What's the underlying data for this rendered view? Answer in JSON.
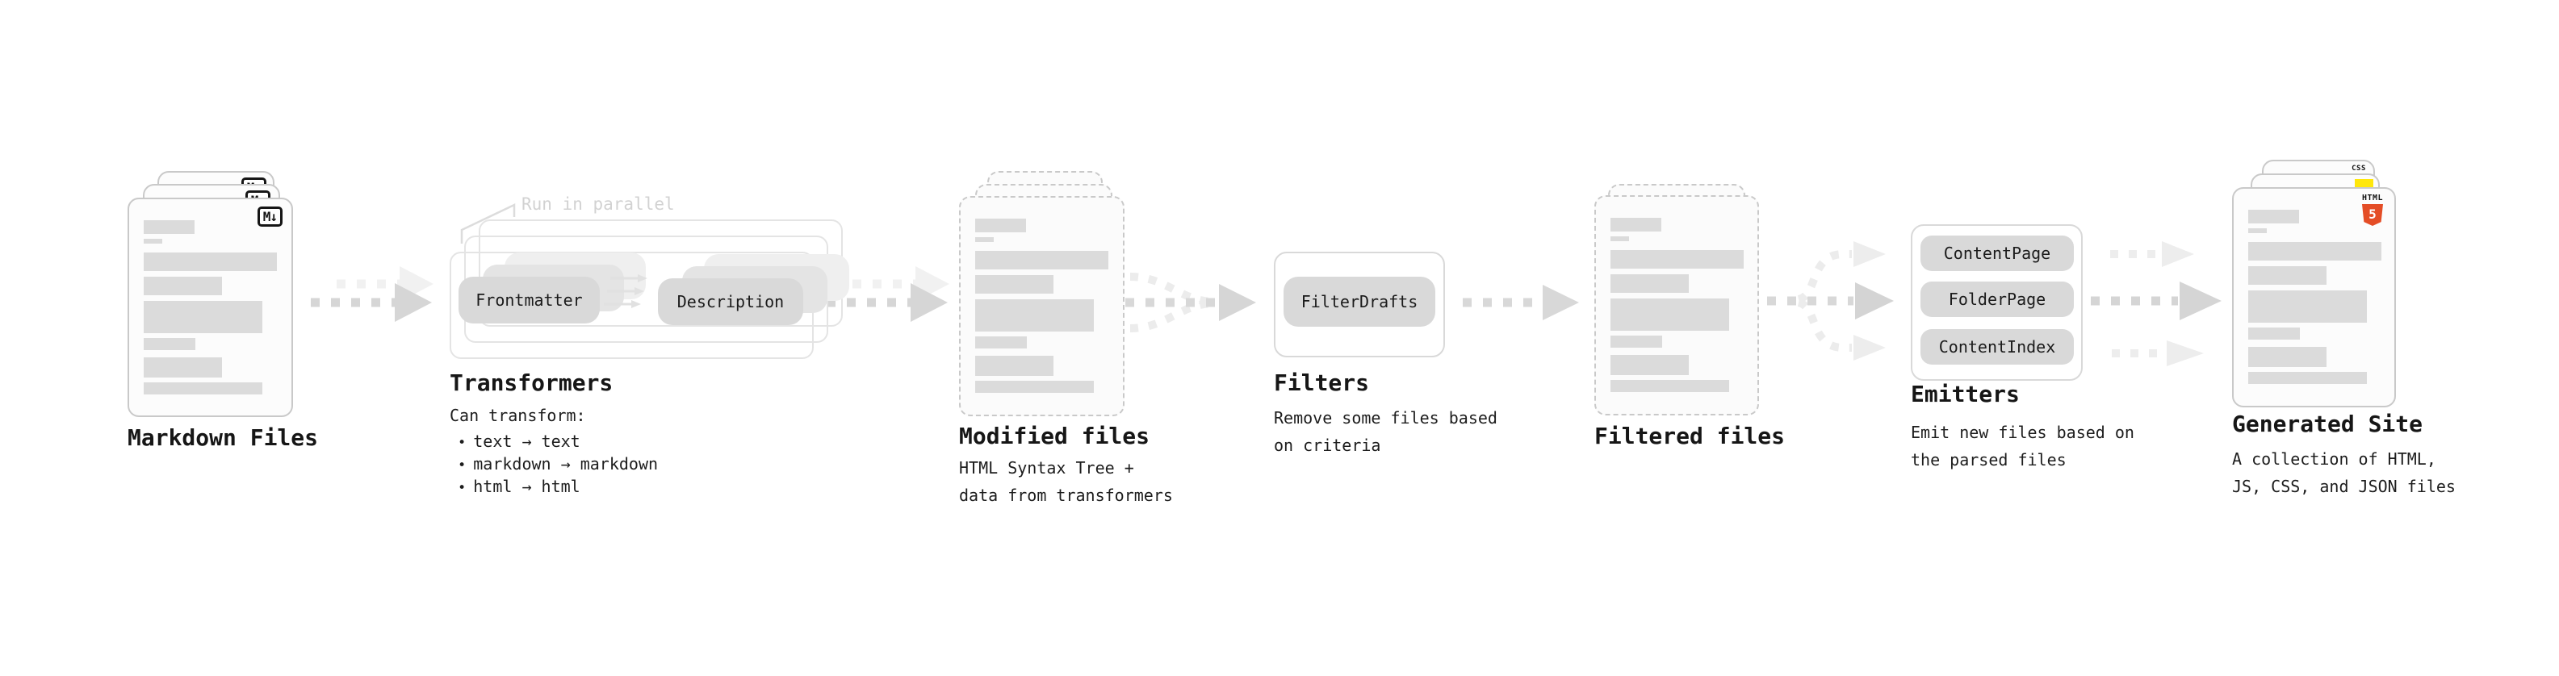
{
  "colors": {
    "accent_html5": "#e44d26",
    "accent_js": "#ffe70a",
    "accent_css": "#2e6be6",
    "node_fill": "#d9d9d9",
    "arrow_main": "#d6d6d6",
    "arrow_light": "#ededed"
  },
  "stages": {
    "markdown_files": {
      "label": "Markdown Files",
      "badge": "M↓"
    },
    "transformers": {
      "label": "Transformers",
      "annotation": "Run in parallel",
      "source_pill": "Frontmatter",
      "target_pill": "Description",
      "caption_heading": "Can transform:",
      "bullet_char": "•",
      "bullets": [
        "text → text",
        "markdown → markdown",
        "html → html"
      ]
    },
    "modified_files": {
      "label": "Modified files",
      "caption_line1": "HTML Syntax Tree +",
      "caption_line2": "data from transformers"
    },
    "filters": {
      "label": "Filters",
      "pill": "FilterDrafts",
      "caption_line1": "Remove some files based",
      "caption_line2": "on criteria"
    },
    "filtered_files": {
      "label": "Filtered files"
    },
    "emitters": {
      "label": "Emitters",
      "pills": [
        "ContentPage",
        "FolderPage",
        "ContentIndex"
      ],
      "caption_line1": "Emit new files based on",
      "caption_line2": "the parsed files"
    },
    "generated_site": {
      "label": "Generated Site",
      "caption_line1": "A collection of HTML,",
      "caption_line2": "JS, CSS, and JSON files",
      "html_badge_text": "HTML",
      "html_badge_number": "5",
      "css_badge_text": "CSS"
    }
  }
}
